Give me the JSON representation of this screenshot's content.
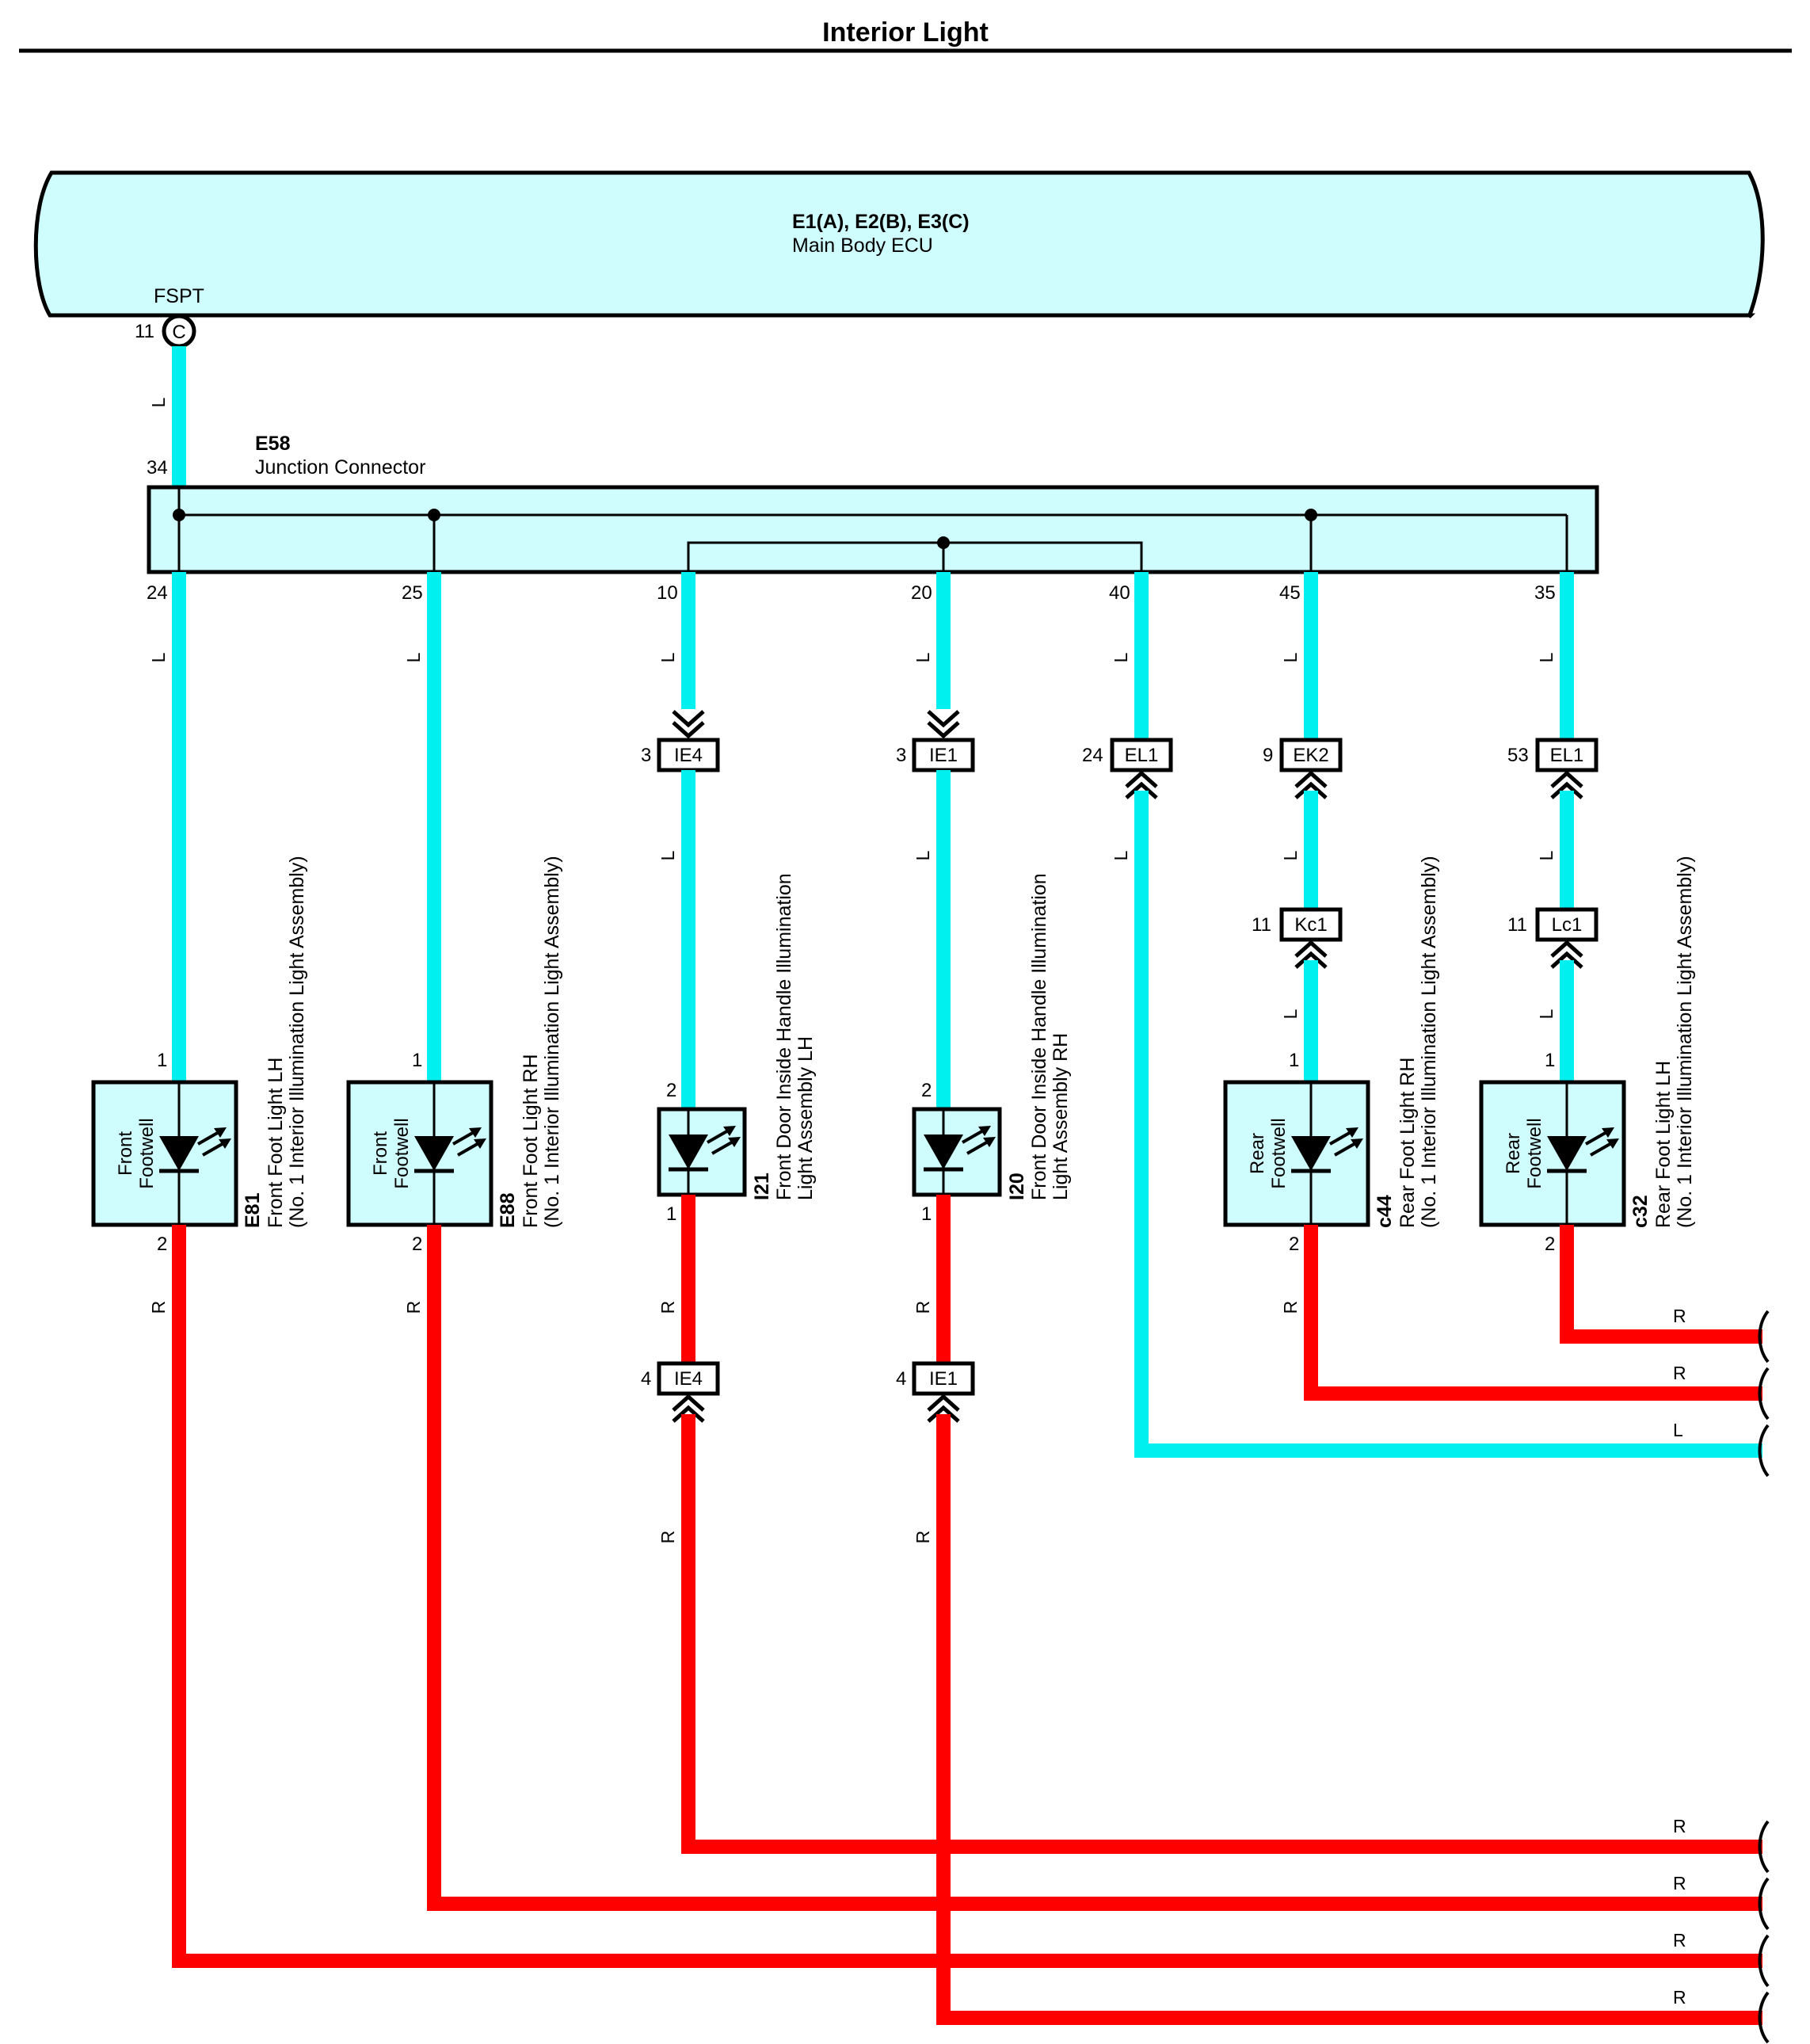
{
  "title": "Interior Light",
  "ecu": {
    "name": "E1(A), E2(B), E3(C)",
    "desc": "Main Body ECU",
    "terminal_name": "FSPT",
    "pin": "11",
    "pin_letter": "C"
  },
  "junction": {
    "id": "E58",
    "desc": "Junction Connector",
    "in_pin": "34",
    "pins": [
      "24",
      "25",
      "10",
      "20",
      "40",
      "45",
      "35"
    ]
  },
  "wire_colors": {
    "blue_label": "L",
    "red_label": "R",
    "blue_hex": "#00f0f0",
    "red_hex": "#ff0000"
  },
  "connectors": {
    "ie4_top": {
      "pin": "3",
      "name": "IE4"
    },
    "ie1_top": {
      "pin": "3",
      "name": "IE1"
    },
    "el1_a": {
      "pin": "24",
      "name": "EL1"
    },
    "ek2": {
      "pin": "9",
      "name": "EK2"
    },
    "el1_b": {
      "pin": "53",
      "name": "EL1"
    },
    "kc1": {
      "pin": "11",
      "name": "Kc1"
    },
    "lc1": {
      "pin": "11",
      "name": "Lc1"
    },
    "ie4_bot": {
      "pin": "4",
      "name": "IE4"
    },
    "ie1_bot": {
      "pin": "4",
      "name": "IE1"
    }
  },
  "devices": [
    {
      "id": "E81",
      "line1": "Front Foot Light LH",
      "line2": "(No. 1 Interior Illumination Light Assembly)",
      "in_label1": "Front",
      "in_label2": "Footwell",
      "pin_top": "1",
      "pin_bot": "2"
    },
    {
      "id": "E88",
      "line1": "Front Foot Light RH",
      "line2": "(No. 1 Interior Illumination Light Assembly)",
      "in_label1": "Front",
      "in_label2": "Footwell",
      "pin_top": "1",
      "pin_bot": "2"
    },
    {
      "id": "I21",
      "line1": "Front Door Inside Handle Illumination",
      "line2": "Light Assembly LH",
      "pin_top": "2",
      "pin_bot": "1"
    },
    {
      "id": "I20",
      "line1": "Front Door Inside Handle Illumination",
      "line2": "Light Assembly RH",
      "pin_top": "2",
      "pin_bot": "1"
    },
    {
      "id": "c44",
      "line1": "Rear Foot Light RH",
      "line2": "(No. 1 Interior Illumination Light Assembly)",
      "in_label1": "Rear",
      "in_label2": "Footwell",
      "pin_top": "1",
      "pin_bot": "2"
    },
    {
      "id": "c32",
      "line1": "Rear Foot Light LH",
      "line2": "(No. 1 Interior Illumination Light Assembly)",
      "in_label1": "Rear",
      "in_label2": "Footwell",
      "pin_top": "1",
      "pin_bot": "2"
    }
  ],
  "continuations": [
    "R",
    "R",
    "L",
    "R",
    "R",
    "R",
    "R"
  ]
}
